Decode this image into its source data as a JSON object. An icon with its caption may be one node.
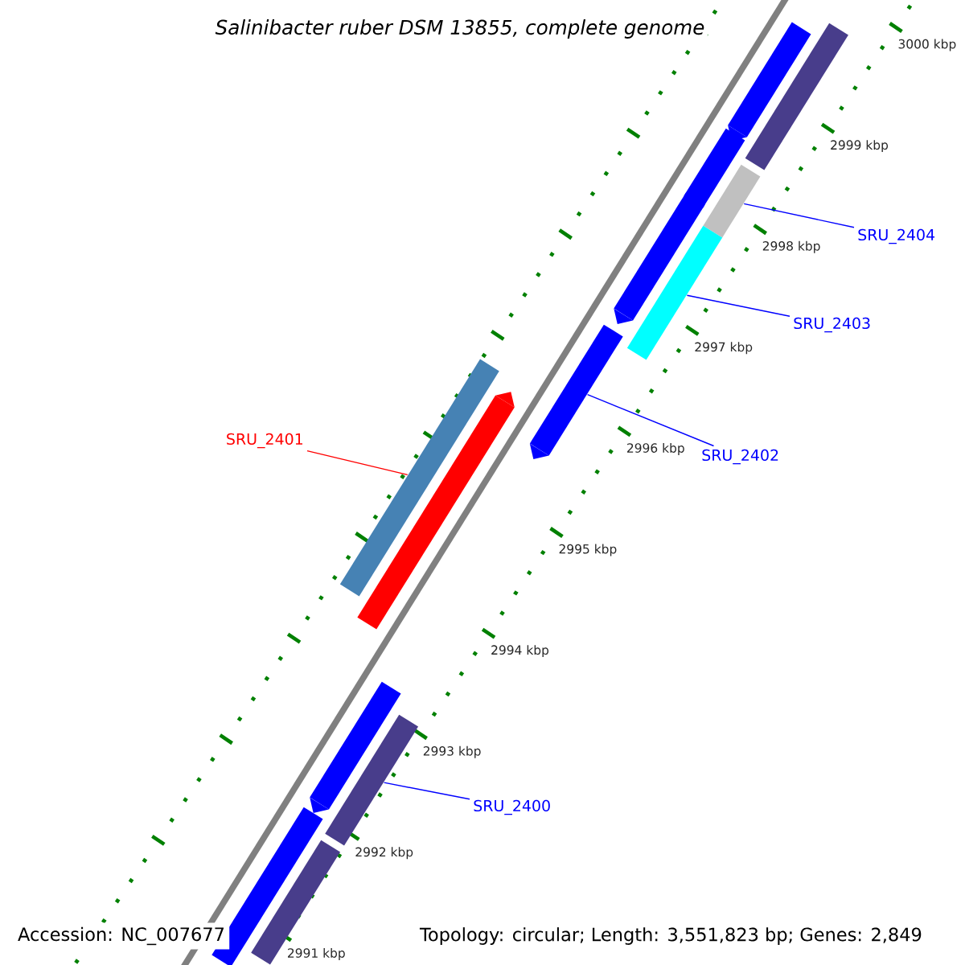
{
  "diagram": {
    "title": "Salinibacter ruber DSM 13855, complete genome",
    "nodes": [
      {
        "text": [
          "SRU_2404"
        ]
      },
      {
        "text": [
          "SRU_2403"
        ]
      },
      {
        "text": [
          "SRU_2402"
        ]
      },
      {
        "text": [
          "SRU_2401"
        ]
      },
      {
        "text": [
          "SRU_2400"
        ]
      },
      {
        "text": [],
        "shape": "bar"
      },
      {
        "text": [],
        "shape": "bar"
      },
      {
        "text": [],
        "shape": "bar"
      },
      {
        "text": [],
        "shape": "bar"
      },
      {
        "text": [],
        "shape": "bar"
      },
      {
        "text": [],
        "shape": "bar"
      },
      {
        "text": [],
        "shape": "bar"
      },
      {
        "text": [],
        "shape": "bar"
      },
      {
        "text": [],
        "shape": "bar"
      },
      {
        "text": [],
        "shape": "bar"
      },
      {
        "text": [],
        "shape": "bar"
      },
      {
        "text": [],
        "shape": "bar"
      },
      {
        "text": [],
        "shape": "bar"
      }
    ],
    "edges": [
      {
        "from": 0,
        "to": 8,
        "arrow": "none"
      },
      {
        "from": 1,
        "to": 10,
        "arrow": "none"
      },
      {
        "from": 2,
        "to": 11,
        "arrow": "none"
      },
      {
        "from": 3,
        "to": 12,
        "arrow": "none",
        "color": "#ff0000"
      },
      {
        "from": 4,
        "to": 15,
        "arrow": "none"
      }
    ],
    "labels": [
      "3000 kbp",
      "2999 kbp",
      "2998 kbp",
      "2997 kbp",
      "2996 kbp",
      "2995 kbp",
      "2994 kbp",
      "2993 kbp",
      "2992 kbp",
      "2991 kbp",
      "Accession: NC_007677",
      "Topology: circular; Length: 3,551,823 bp; Genes: 2,849"
    ]
  }
}
